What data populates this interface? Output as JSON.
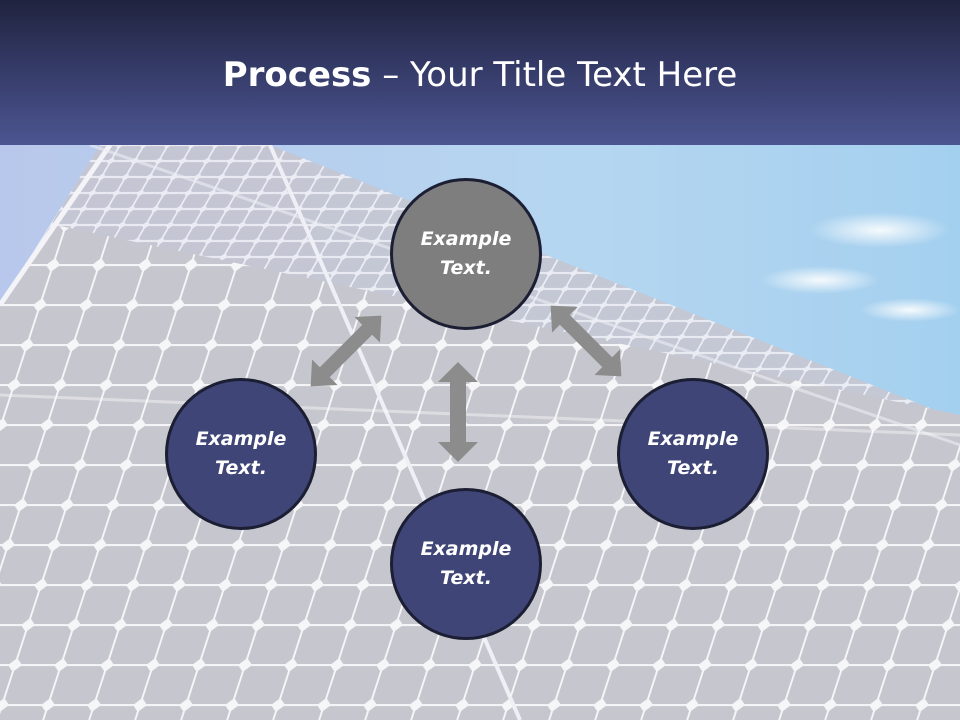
{
  "title": {
    "bold": "Process",
    "rest": " – Your Title Text Here"
  },
  "nodes": {
    "top": "Example\nText.",
    "left": "Example\nText.",
    "right": "Example\nText.",
    "bottom": "Example\nText."
  },
  "colors": {
    "header_dark": "#20233e",
    "header_light": "#4c5591",
    "node_gray": "#7e7e7e",
    "node_blue": "#3f4577",
    "arrow_gray": "#8c8c8c",
    "sky_blue": "#a9cdea",
    "panel_cell": "#c9c9d1"
  },
  "background": "solar-panel-photo"
}
